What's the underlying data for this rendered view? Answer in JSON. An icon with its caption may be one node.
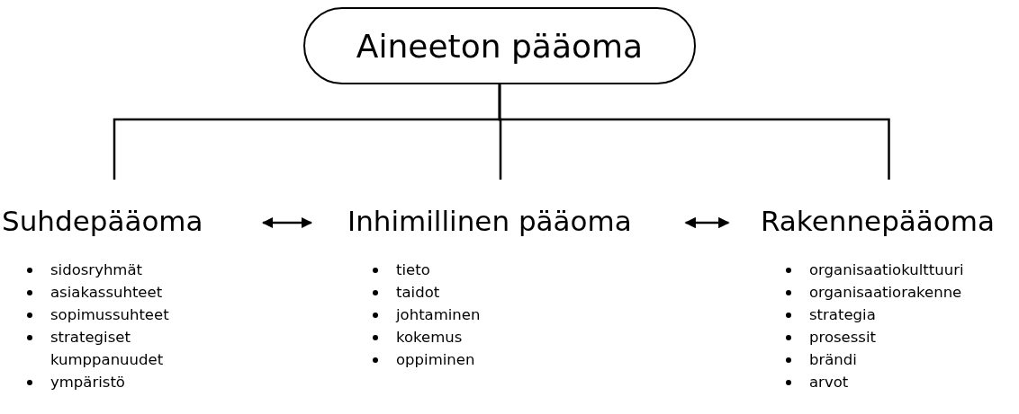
{
  "diagram": {
    "nodes": [
      {
        "text": [
          "Aineeton pääoma"
        ]
      },
      {
        "text": [
          "Suhdepääoma",
          "sidosryhmät",
          "asiakassuhteet",
          "sopimussuhteet",
          "strategiset kumppanuudet",
          "ympäristö"
        ]
      },
      {
        "text": [
          "Inhimillinen pääoma",
          "tieto",
          "taidot",
          "johtaminen",
          "kokemus",
          "oppiminen"
        ]
      },
      {
        "text": [
          "Rakennepääoma",
          "organisaatiokulttuuri",
          "organisaatiorakenne",
          "strategia",
          "prosessit",
          "brändi",
          "arvot"
        ]
      }
    ],
    "edges": [
      {
        "from": 0,
        "to": 1,
        "arrow": "none"
      },
      {
        "from": 0,
        "to": 2,
        "arrow": "none"
      },
      {
        "from": 0,
        "to": 3,
        "arrow": "none"
      },
      {
        "from": 1,
        "to": 2,
        "arrow": "both"
      },
      {
        "from": 2,
        "to": 3,
        "arrow": "both"
      }
    ]
  }
}
